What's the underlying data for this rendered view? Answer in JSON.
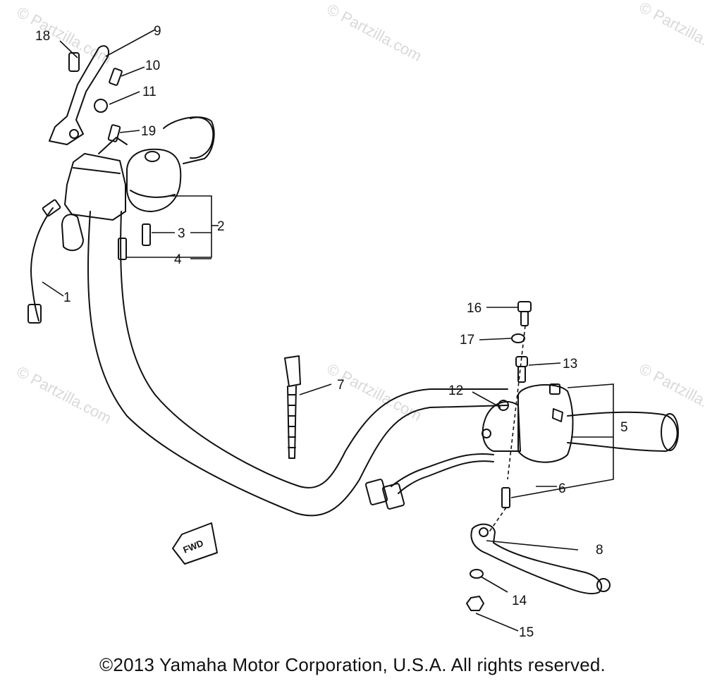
{
  "watermark": "© Partzilla.com",
  "fwd_label": "FWD",
  "callouts": [
    "1",
    "2",
    "3",
    "4",
    "5",
    "6",
    "7",
    "8",
    "9",
    "10",
    "11",
    "12",
    "13",
    "14",
    "15",
    "16",
    "17",
    "18",
    "19"
  ],
  "copyright": "©2013 Yamaha Motor Corporation, U.S.A. All rights reserved."
}
